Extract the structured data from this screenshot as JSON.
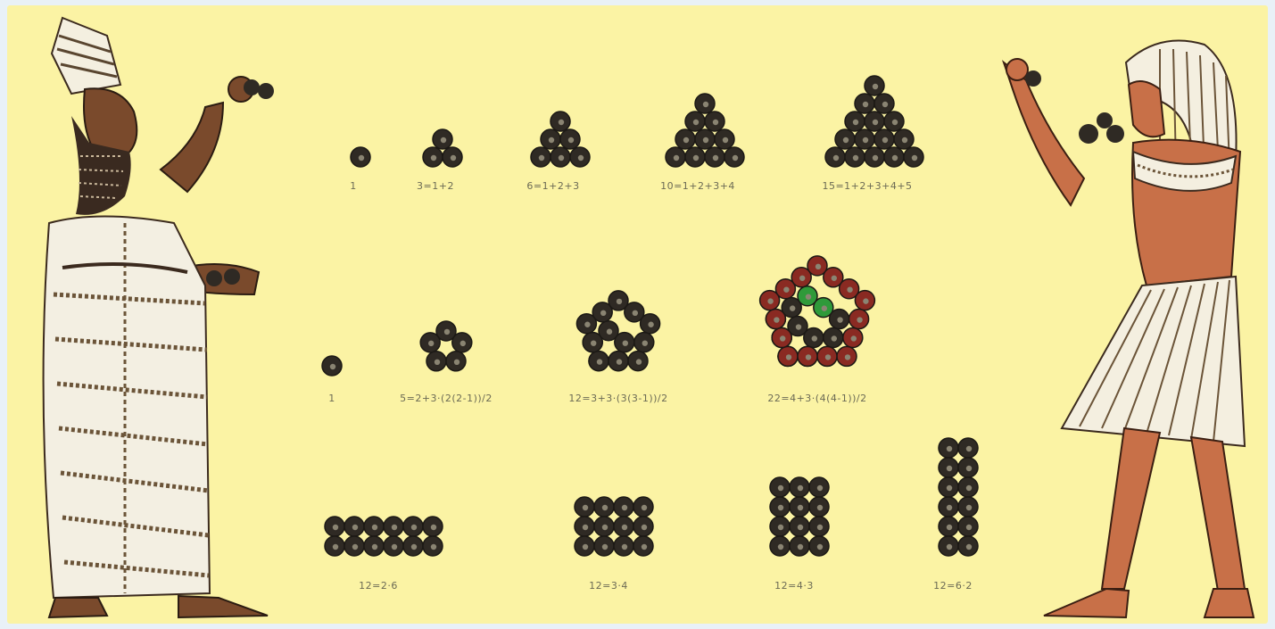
{
  "colors": {
    "background": "#fbf3a4",
    "counter_dark": "#2f2a24",
    "counter_red": "#8a2a22",
    "counter_green": "#2f9a3a",
    "caption": "#6b6a55",
    "assyrian_robe": "#f3efe2",
    "egyptian_skin": "#c87048"
  },
  "figures": {
    "left": {
      "icon": "assyrian-figure-icon"
    },
    "right": {
      "icon": "egyptian-figure-icon"
    }
  },
  "rows": {
    "triangular": {
      "groups": [
        {
          "n": 1,
          "caption": "1"
        },
        {
          "n": 3,
          "caption": "3=1+2"
        },
        {
          "n": 6,
          "caption": "6=1+2+3"
        },
        {
          "n": 10,
          "caption": "10=1+2+3+4"
        },
        {
          "n": 15,
          "caption": "15=1+2+3+4+5"
        }
      ]
    },
    "pentagonal": {
      "groups": [
        {
          "n": 1,
          "caption": "1"
        },
        {
          "n": 5,
          "caption": "5=2+3·(2(2-1))/2"
        },
        {
          "n": 12,
          "caption": "12=3+3·(3(3-1))/2"
        },
        {
          "n": 22,
          "caption": "22=4+3·(4(4-1))/2"
        }
      ]
    },
    "rectangular": {
      "groups": [
        {
          "cols": 6,
          "rows": 2,
          "caption": "12=2·6"
        },
        {
          "cols": 4,
          "rows": 3,
          "caption": "12=3·4"
        },
        {
          "cols": 3,
          "rows": 4,
          "caption": "12=4·3"
        },
        {
          "cols": 2,
          "rows": 6,
          "caption": "12=6·2"
        }
      ]
    }
  }
}
